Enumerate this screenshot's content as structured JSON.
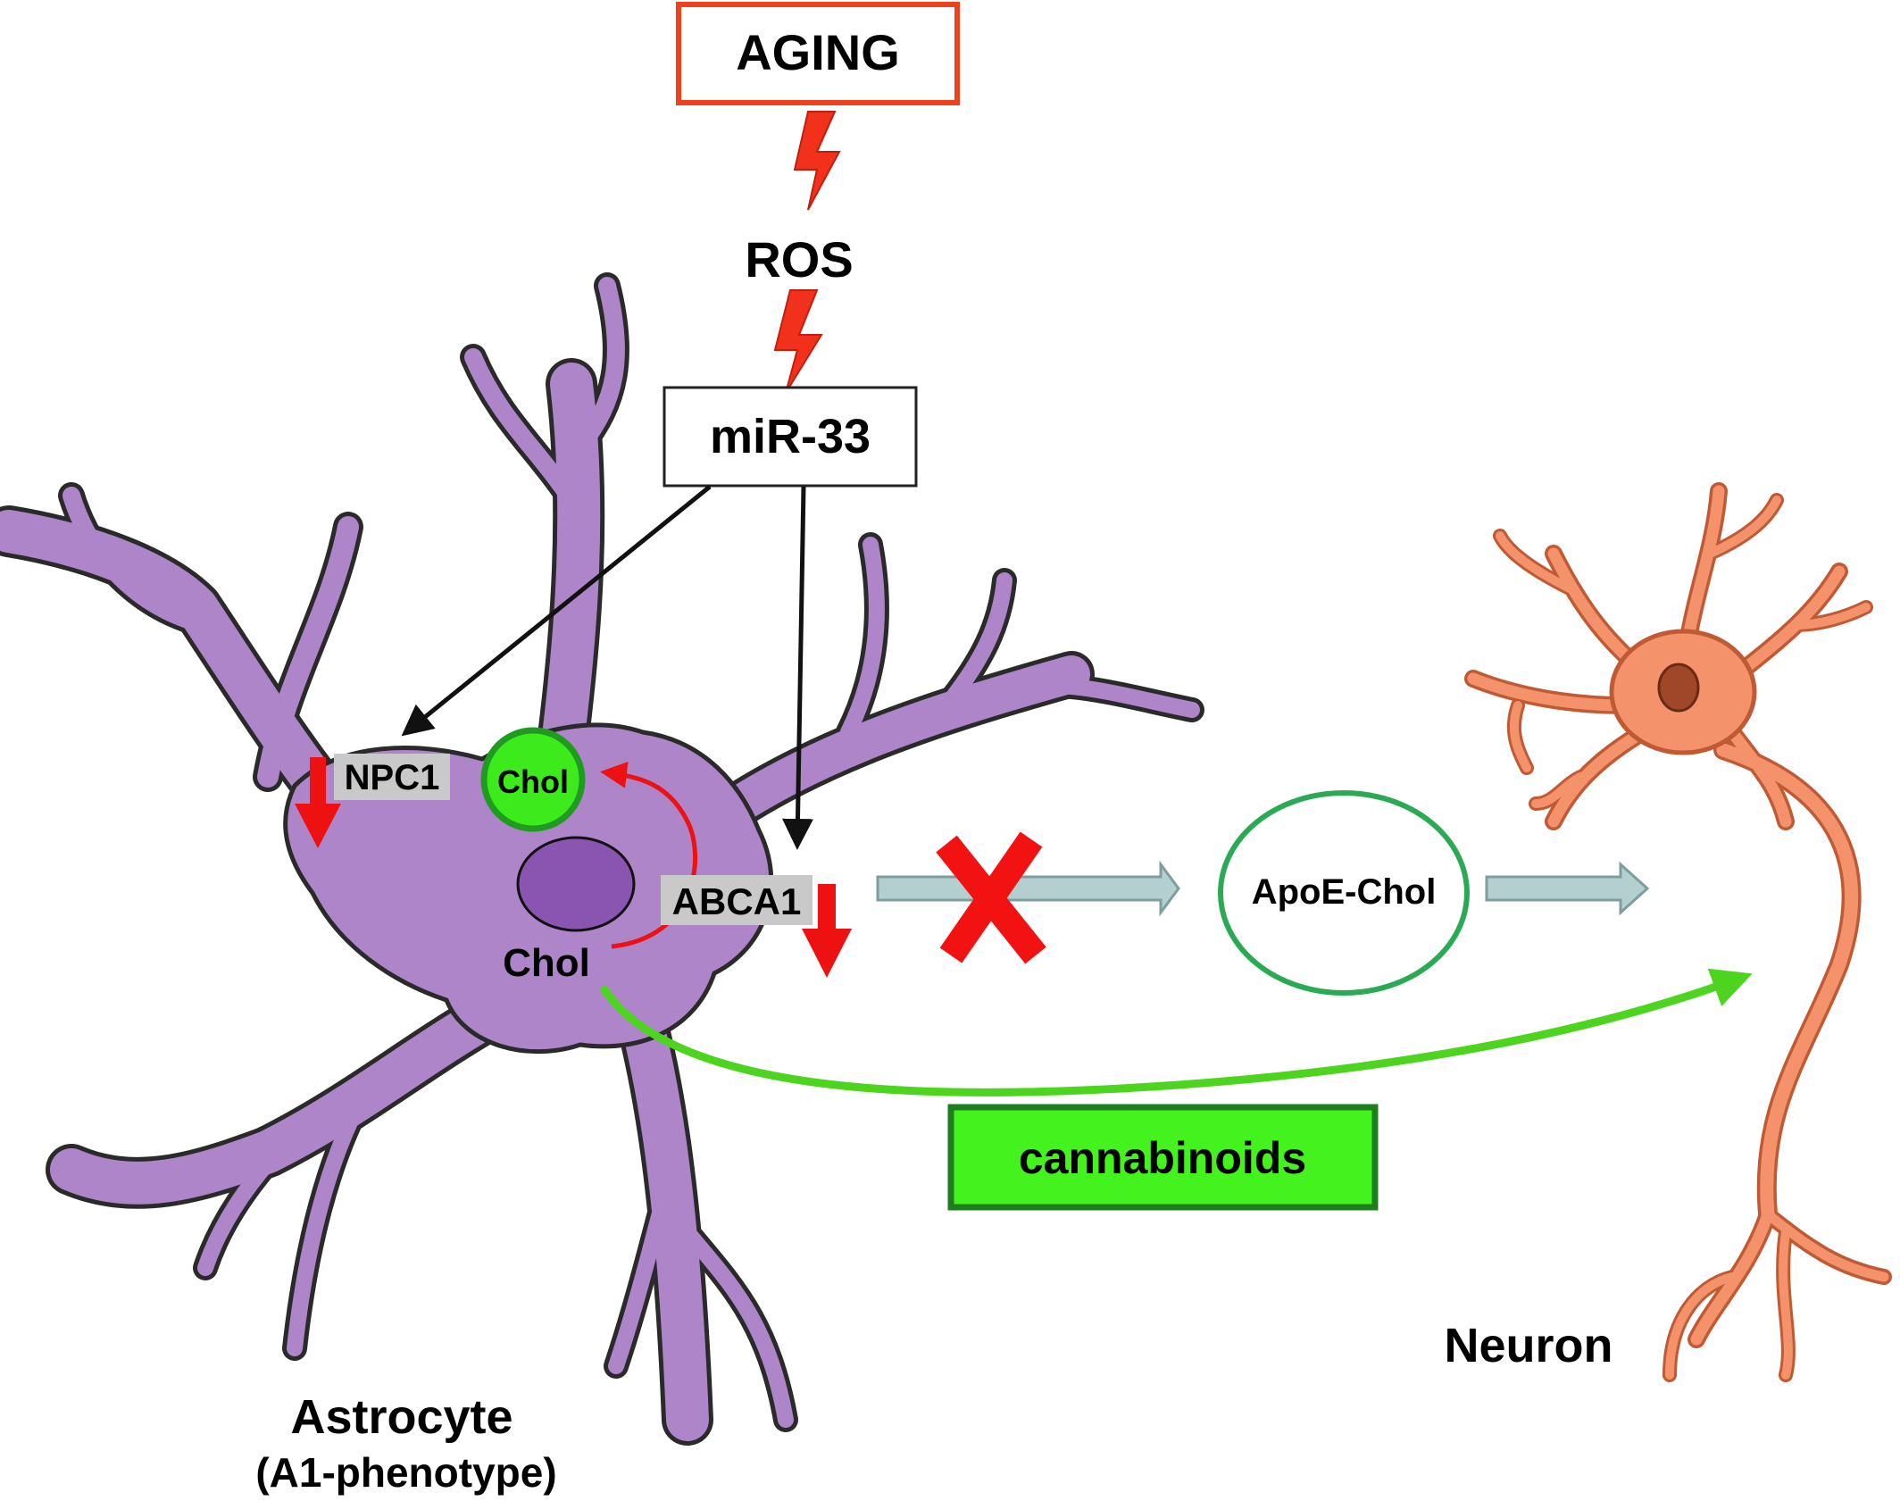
{
  "labels": {
    "aging": "AGING",
    "ros": "ROS",
    "mir33": "miR-33",
    "npc1": "NPC1",
    "chol_vesicle": "Chol",
    "abca1": "ABCA1",
    "chol_cell": "Chol",
    "apoe_chol": "ApoE-Chol",
    "cannabinoids": "cannabinoids",
    "neuron": "Neuron",
    "astrocyte": "Astrocyte",
    "astrocyte_phenotype": "(A1-phenotype)"
  },
  "colors": {
    "astrocyte_fill": "#AE85C8",
    "astrocyte_outline": "#2a2a2a",
    "nucleus": "#8A55B0",
    "neuron_fill": "#F4936B",
    "neuron_outline": "#C05A35",
    "neuron_nucleus": "#A0472A",
    "aging_border": "#F0411E",
    "bolt": "#F2311C",
    "down_arrow": "#EE1111",
    "chol_green": "#3DEB1C",
    "chol_border": "#1F9C1F",
    "apoe_border": "#2BAA55",
    "cannabinoid_fill": "#44F21E",
    "cannabinoid_border": "#1E7D1E",
    "green_arrow": "#4CD41E",
    "transport_arrow": "#B4CFD0",
    "transport_outline": "#7E9D9C",
    "block_x": "#F21212",
    "label_bg": "#C9C9C9"
  }
}
